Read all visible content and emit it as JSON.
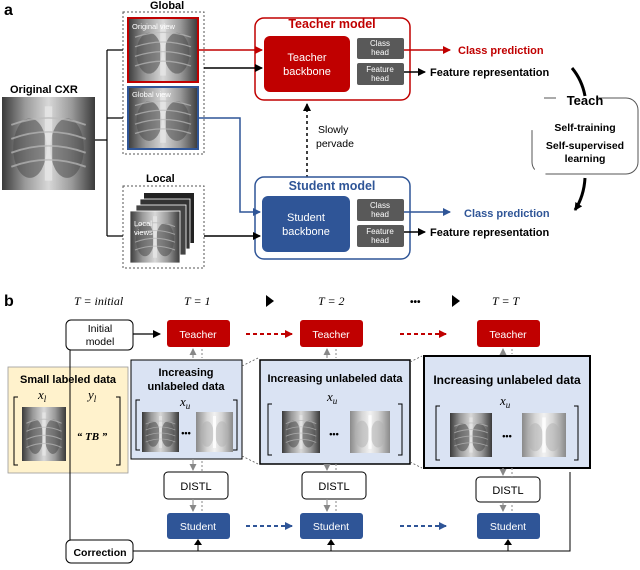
{
  "panel_a": {
    "label": "a",
    "original_cxr": "Original CXR",
    "global_title": "Global",
    "original_view": "Original view",
    "global_view": "Global view",
    "local_title": "Local",
    "local_views_line1": "Local",
    "local_views_line2": "views",
    "teacher_model": "Teacher model",
    "teacher_backbone_line1": "Teacher",
    "teacher_backbone_line2": "backbone",
    "class_head": "Class head",
    "feature_head": "Feature head",
    "teacher_class_prediction": "Class prediction",
    "teacher_feature_representation": "Feature representation",
    "slowly_line1": "Slowly",
    "slowly_line2": "pervade",
    "student_model": "Student model",
    "student_backbone_line1": "Student",
    "student_backbone_line2": "backbone",
    "student_class_prediction": "Class prediction",
    "student_feature_representation": "Feature representation",
    "teach": "Teach",
    "self_training": "Self-training",
    "self_supervised_line1": "Self-supervised",
    "self_supervised_line2": "learning"
  },
  "panel_b": {
    "label": "b",
    "stages": [
      {
        "t": "T = initial"
      },
      {
        "t": "T = 1"
      },
      {
        "t": "T = 2"
      },
      {
        "t": "T = T"
      }
    ],
    "ellipsis": "•••",
    "initial_model_line1": "Initial",
    "initial_model_line2": "model",
    "teacher": "Teacher",
    "student": "Student",
    "distl": "DISTL",
    "correction": "Correction",
    "small_labeled": "Small labeled data",
    "x_l": "x_l",
    "y_l": "y_l",
    "tb": "“ TB ”",
    "increasing_line1": "Increasing",
    "increasing_line2": "unlabeled data",
    "increasing_full": "Increasing unlabeled data",
    "x_u": "x_u",
    "dots": "•••"
  },
  "colors": {
    "teacher_red": "#c00000",
    "student_blue": "#2f5597",
    "head_gray": "#595959",
    "unlabeled_bg": "#dae3f3",
    "labeled_bg": "#fff2cc"
  }
}
